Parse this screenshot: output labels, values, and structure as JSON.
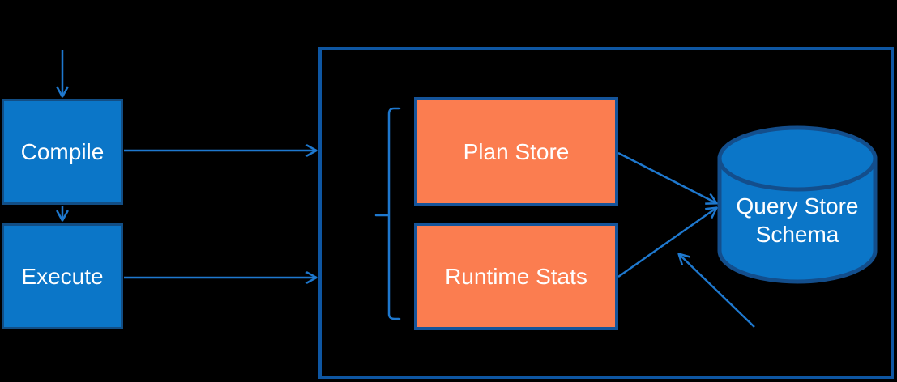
{
  "nodes": {
    "compile": {
      "label": "Compile"
    },
    "execute": {
      "label": "Execute"
    },
    "plan_store": {
      "label": "Plan Store"
    },
    "runtime_stats": {
      "label": "Runtime Stats"
    },
    "query_store_schema": {
      "line1": "Query Store",
      "line2": "Schema"
    }
  },
  "colors": {
    "background": "#000000",
    "box_blue_fill": "#0B76C8",
    "box_blue_border": "#124E85",
    "container_border": "#0E56A2",
    "box_orange_fill": "#FB7D50",
    "box_orange_border": "#15549A",
    "arrow": "#1E78CE",
    "cylinder_fill": "#0B76C8",
    "cylinder_border": "#134E8C",
    "text": "#FFFFFF"
  }
}
